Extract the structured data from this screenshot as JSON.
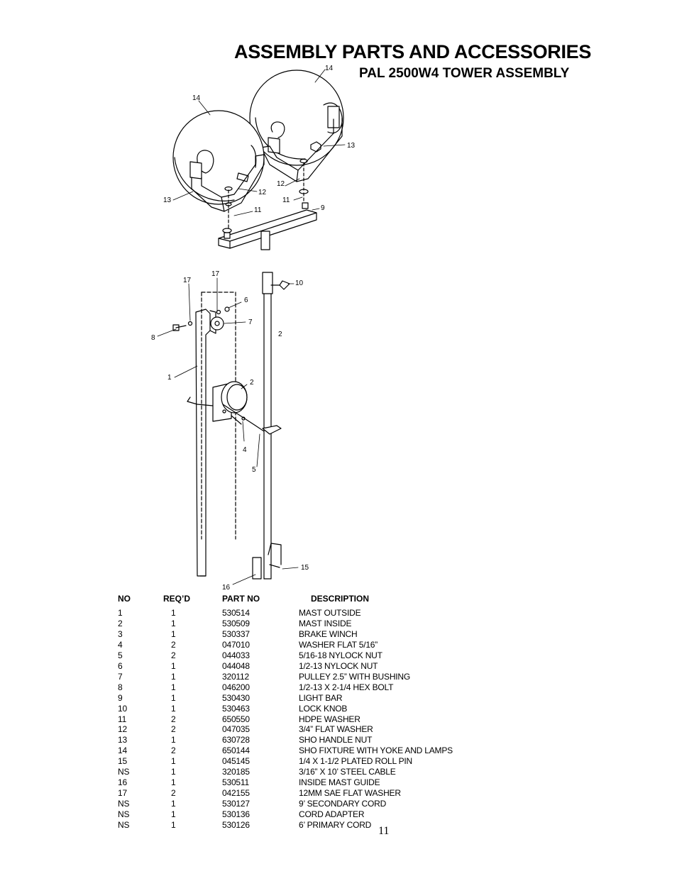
{
  "header": {
    "title": "ASSEMBLY PARTS AND ACCESSORIES",
    "subtitle": "PAL 2500W4 TOWER ASSEMBLY"
  },
  "diagram": {
    "callouts": [
      "14",
      "14",
      "13",
      "12",
      "13",
      "12",
      "11",
      "11",
      "9",
      "17",
      "17",
      "6",
      "7",
      "8",
      "1",
      "10",
      "2",
      "2",
      "4",
      "5",
      "15",
      "16"
    ]
  },
  "table": {
    "headers": [
      "NO",
      "REQ’D",
      "PART NO",
      "DESCRIPTION"
    ],
    "rows": [
      [
        "1",
        "1",
        "530514",
        "MAST OUTSIDE"
      ],
      [
        "2",
        "1",
        "530509",
        "MAST INSIDE"
      ],
      [
        "3",
        "1",
        "530337",
        "BRAKE WINCH"
      ],
      [
        "4",
        "2",
        "047010",
        "WASHER FLAT 5/16”"
      ],
      [
        "5",
        "2",
        "044033",
        "5/16-18 NYLOCK NUT"
      ],
      [
        "6",
        "1",
        "044048",
        "1/2-13 NYLOCK NUT"
      ],
      [
        "7",
        "1",
        "320112",
        "PULLEY 2.5” WITH BUSHING"
      ],
      [
        "8",
        "1",
        "046200",
        "1/2-13 X 2-1/4 HEX BOLT"
      ],
      [
        "9",
        "1",
        "530430",
        "LIGHT BAR"
      ],
      [
        "10",
        "1",
        "530463",
        "LOCK KNOB"
      ],
      [
        "11",
        "2",
        "650550",
        "HDPE WASHER"
      ],
      [
        "12",
        "2",
        "047035",
        "3/4” FLAT WASHER"
      ],
      [
        "13",
        "1",
        "630728",
        "SHO HANDLE NUT"
      ],
      [
        "14",
        "2",
        "650144",
        "SHO FIXTURE WITH YOKE AND LAMPS"
      ],
      [
        "15",
        "1",
        "045145",
        "1/4 X 1-1/2 PLATED ROLL PIN"
      ],
      [
        "NS",
        "1",
        "320185",
        "3/16” X 10’ STEEL CABLE"
      ],
      [
        "16",
        "1",
        "530511",
        "INSIDE MAST GUIDE"
      ],
      [
        "17",
        "2",
        "042155",
        "12MM SAE FLAT WASHER"
      ],
      [
        "NS",
        "1",
        "530127",
        "9’ SECONDARY CORD"
      ],
      [
        "NS",
        "1",
        "530136",
        "CORD ADAPTER"
      ],
      [
        "NS",
        "1",
        "530126",
        "6’ PRIMARY CORD"
      ]
    ]
  },
  "footer": {
    "page_number": "11"
  }
}
